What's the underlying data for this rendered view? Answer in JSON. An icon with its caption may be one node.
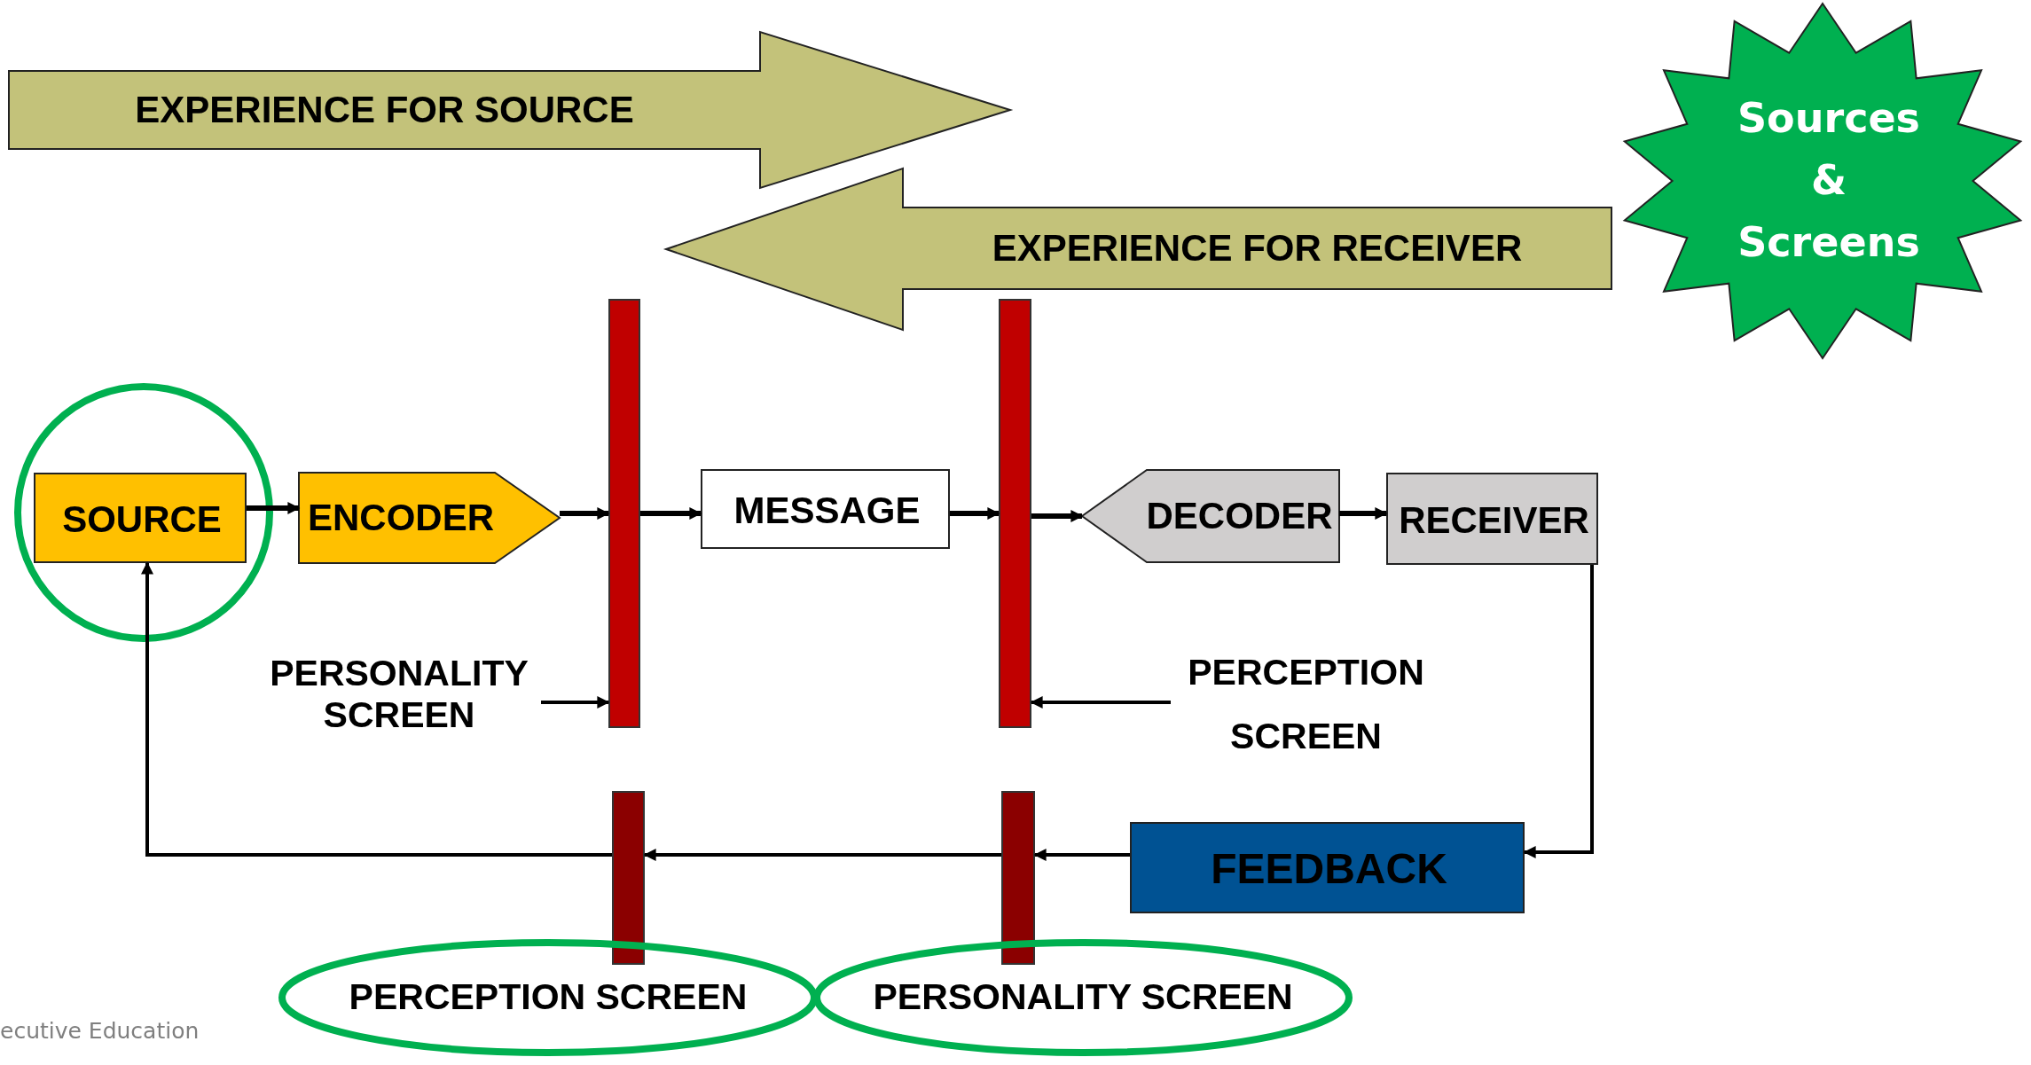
{
  "diagram": {
    "nodes": [
      {
        "text": [
          "EXPERIENCE FOR SOURCE"
        ]
      },
      {
        "text": [
          "Sources & Screens"
        ]
      },
      {
        "text": [
          "EXPERIENCE FOR RECEIVER"
        ]
      },
      {
        "text": [],
        "shape": "bar"
      },
      {
        "text": [],
        "shape": "bar"
      },
      {
        "text": [],
        "shape": "circle"
      },
      {
        "text": [
          "SOURCE"
        ],
        "in": 5
      },
      {
        "text": [
          "ENCODER"
        ]
      },
      {
        "text": [
          "MESSAGE"
        ]
      },
      {
        "text": [
          "DECODER"
        ]
      },
      {
        "text": [
          "RECEIVER"
        ]
      },
      {
        "text": [
          "PERSONALITY SCREEN"
        ]
      },
      {
        "text": [
          "PERCEPTION SCREEN"
        ]
      },
      {
        "text": [],
        "shape": "bar"
      },
      {
        "text": [],
        "shape": "bar"
      },
      {
        "text": [
          "FEEDBACK"
        ]
      },
      {
        "text": [
          "PERCEPTION  SCREEN"
        ]
      },
      {
        "text": [
          "PERSONALITY  SCREEN"
        ]
      }
    ],
    "edges": [
      {
        "from": 6,
        "to": 7,
        "arrow": "to"
      },
      {
        "from": 7,
        "to": 3,
        "arrow": "to"
      },
      {
        "from": 3,
        "to": 8,
        "arrow": "to"
      },
      {
        "from": 8,
        "to": 4,
        "arrow": "to"
      },
      {
        "from": 4,
        "to": 9,
        "arrow": "to"
      },
      {
        "from": 9,
        "to": 10,
        "arrow": "to"
      },
      {
        "from": 11,
        "to": 3,
        "arrow": "to"
      },
      {
        "from": 12,
        "to": 4,
        "arrow": "to"
      },
      {
        "from": 10,
        "to": 15,
        "arrow": "to"
      },
      {
        "from": 15,
        "to": 14,
        "arrow": "to"
      },
      {
        "from": 14,
        "to": 13,
        "arrow": "to"
      },
      {
        "from": 13,
        "to": 6,
        "arrow": "to"
      }
    ],
    "labels": [
      "ecutive Education"
    ]
  }
}
